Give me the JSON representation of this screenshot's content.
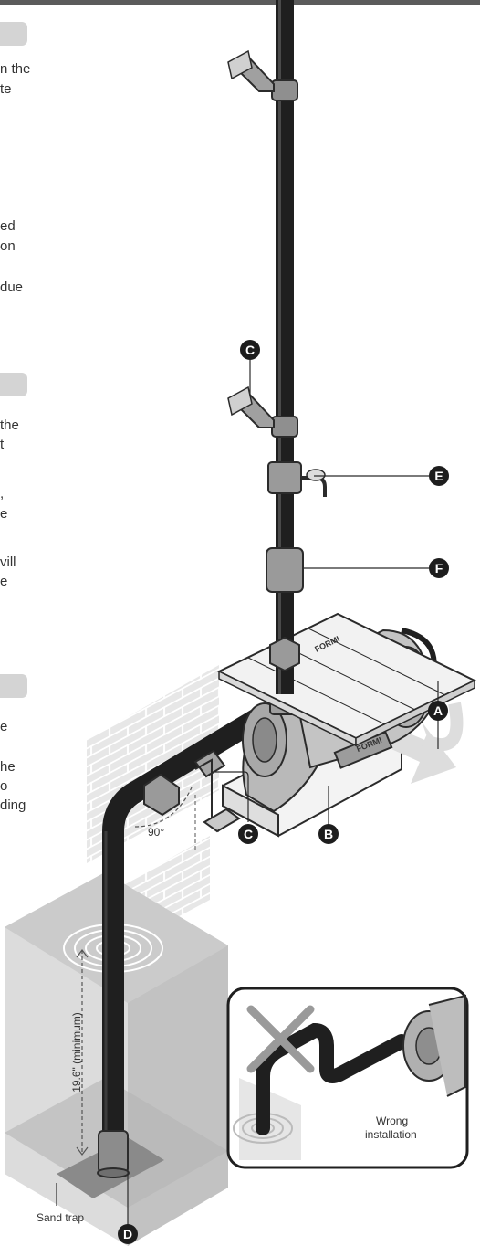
{
  "left_column": {
    "fragments": [
      {
        "text": "n the"
      },
      {
        "text": "te"
      },
      {
        "text": "ed"
      },
      {
        "text": "on"
      },
      {
        "text": "due"
      },
      {
        "text": "the"
      },
      {
        "text": "t"
      },
      {
        "text": ","
      },
      {
        "text": "e"
      },
      {
        "text": "vill"
      },
      {
        "text": "e"
      },
      {
        "text": "e"
      },
      {
        "text": "he"
      },
      {
        "text": "o"
      },
      {
        "text": "ding"
      }
    ]
  },
  "callouts": {
    "a": "A",
    "b": "B",
    "c_upper": "C",
    "c_lower": "C",
    "d": "D",
    "e": "E",
    "f": "F"
  },
  "labels": {
    "angle": "90°",
    "depth": "19.6\" (minimum)",
    "sand_trap": "Sand trap",
    "wrong_line1": "Wrong",
    "wrong_line2": "installation",
    "pump_brand_1": "FORMI",
    "pump_brand_2": "FORMI"
  },
  "colors": {
    "pipe": "#1f1f1f",
    "outline": "#2b2b2b",
    "brick": "#e6e6e6",
    "tank_front": "#d6d6d6",
    "tank_side": "#c8c8c8",
    "platform": "#f2f2f2",
    "pump_body": "#b8b8b8",
    "tab": "#d4d4d4"
  }
}
